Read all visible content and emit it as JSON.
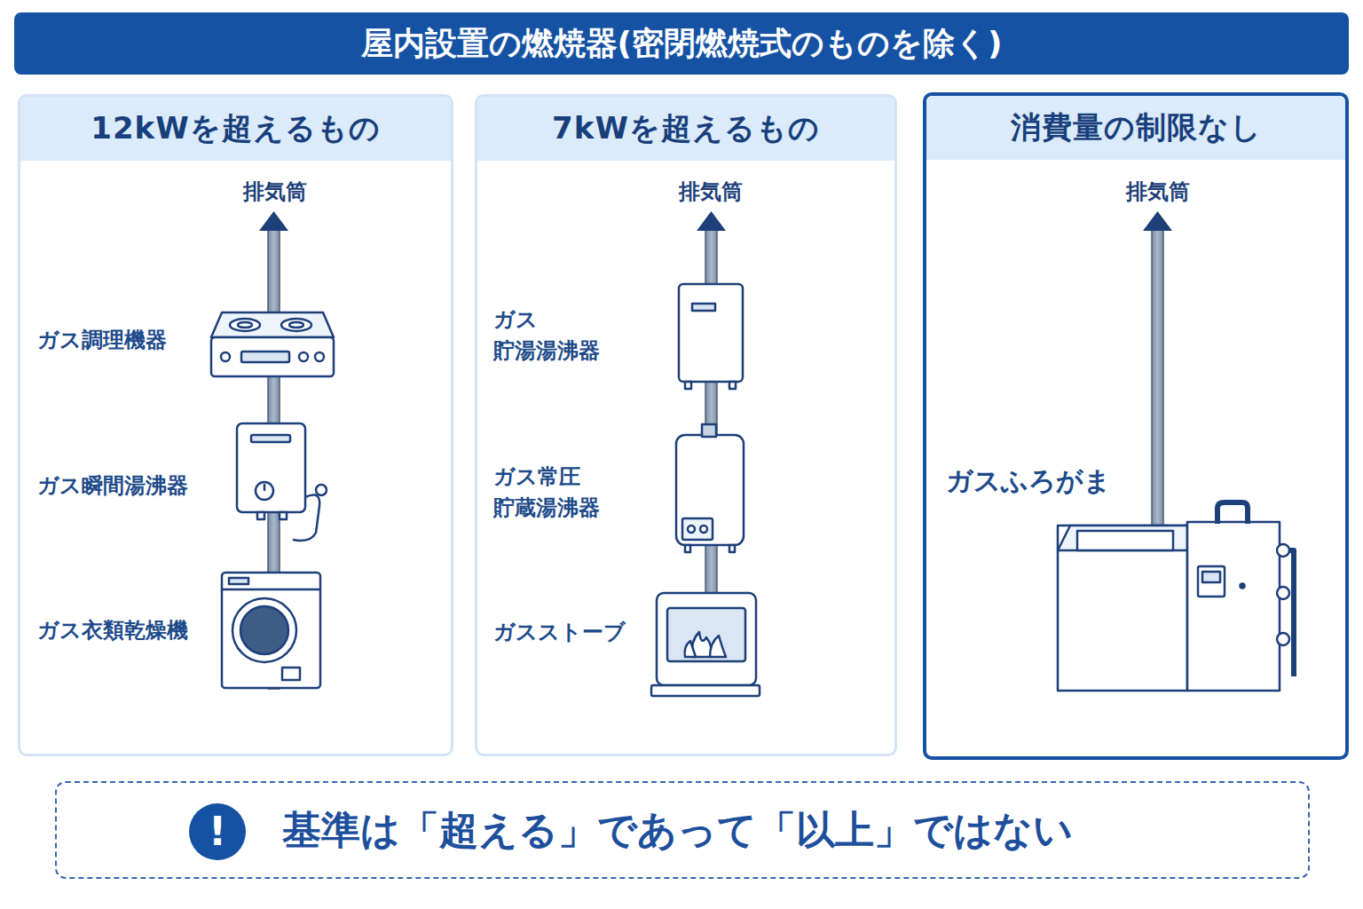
{
  "diagram": {
    "title": "屋内設置の燃焼器(密閉燃焼式のものを除く)",
    "nodes": [
      {
        "text": [
          "12kWを超えるもの"
        ]
      },
      {
        "text": [
          "7kWを超えるもの"
        ]
      },
      {
        "text": [
          "消費量の制限なし"
        ]
      },
      {
        "text": [
          "基準は「超える」であって「以上」ではない"
        ]
      },
      {
        "text": [
          "!"
        ],
        "in": 3
      }
    ],
    "labels": [
      "排気筒",
      "ガス調理機器",
      "ガス瞬間湯沸器",
      "ガス衣類乾燥機",
      "排気筒",
      "ガス 貯湯湯沸器",
      "ガス常圧 貯蔵湯沸器",
      "ガスストーブ",
      "排気筒",
      "ガスふろがま"
    ]
  }
}
